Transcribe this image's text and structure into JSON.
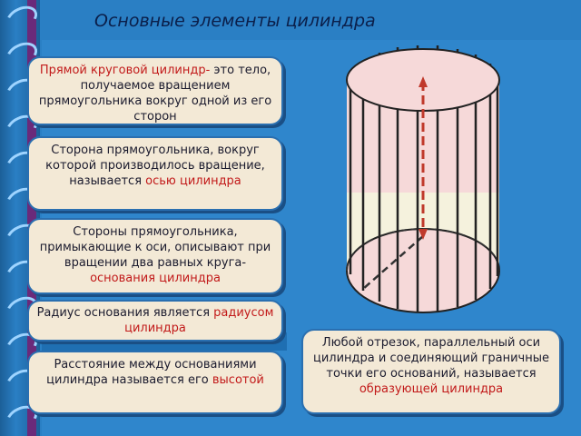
{
  "title": "Основные элементы цилиндра",
  "box1": {
    "red": "Прямой круговой цилиндр-",
    "text": "это тело, получаемое вращением прямоугольника вокруг одной из его сторон"
  },
  "box2": {
    "text": "Сторона прямоугольника, вокруг которой производилось вращение, называется",
    "red": "осью цилиндра"
  },
  "box3": {
    "text": "Стороны прямоугольника, примыкающие к оси, описывают при вращении два равных круга-",
    "red": "основания цилиндра"
  },
  "box4": {
    "text": "Радиус основания является",
    "red": "радиусом цилиндра"
  },
  "box5": {
    "text": "Расстояние между основаниями цилиндра называется его",
    "red": "высотой"
  },
  "box6": {
    "text": "Любой отрезок, параллельный оси цилиндра и соединяющий граничные точки его оснований, называется",
    "red": "образующей цилиндра"
  },
  "colors": {
    "background": "#2a7fc4",
    "box_fill": "#f3e9d6",
    "cylinder_fill": "#f6d9d9",
    "axis": "#c0392b",
    "accent_text": "#c21a1a"
  }
}
